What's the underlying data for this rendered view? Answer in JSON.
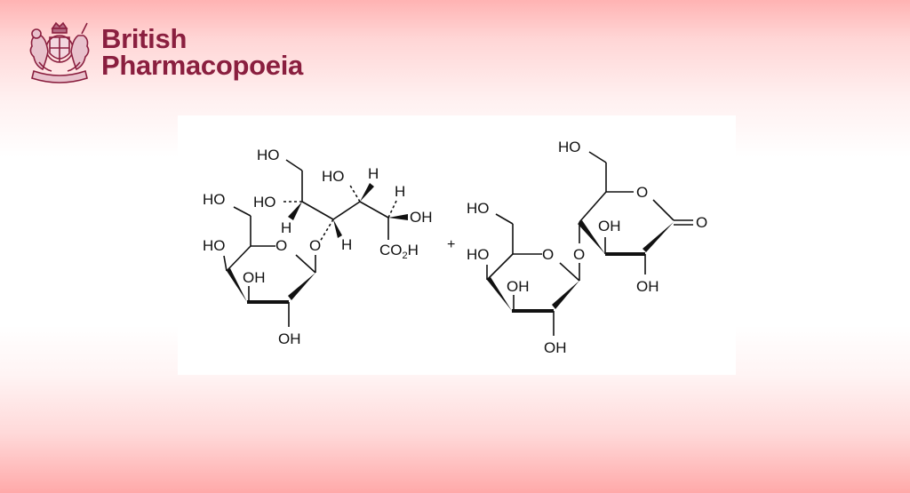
{
  "header": {
    "brand_line1": "British",
    "brand_line2": "Pharmacopoeia",
    "brand_color": "#8a1f3f",
    "crest_icon": "royal-coat-of-arms-icon"
  },
  "diagram": {
    "type": "chemical-reaction-structures",
    "operator": "+",
    "left_molecule": {
      "labels": {
        "ho_top": "HO",
        "ho_c2": "HO",
        "ho_c3": "HO",
        "h_c3": "H",
        "h_c4": "H",
        "oh_c4": "OH",
        "h_c2": "H",
        "h_c5": "H",
        "o_link": "O",
        "co2h_c": "CO",
        "co2h_sub": "2",
        "co2h_h": "H",
        "gal_ho_ch2": "HO",
        "gal_ho_c4": "HO",
        "gal_oh_c3": "OH",
        "gal_oh_c2": "OH",
        "gal_ring_o": "O"
      }
    },
    "right_molecule": {
      "labels": {
        "ho_top": "HO",
        "ring_o": "O",
        "carbonyl_o": "O",
        "oh_c3": "OH",
        "oh_c2": "OH",
        "o_link": "O",
        "gal_ho_ch2": "HO",
        "gal_ho_c4": "HO",
        "gal_oh_c3": "OH",
        "gal_oh_c2": "OH",
        "gal_ring_o": "O"
      }
    }
  }
}
